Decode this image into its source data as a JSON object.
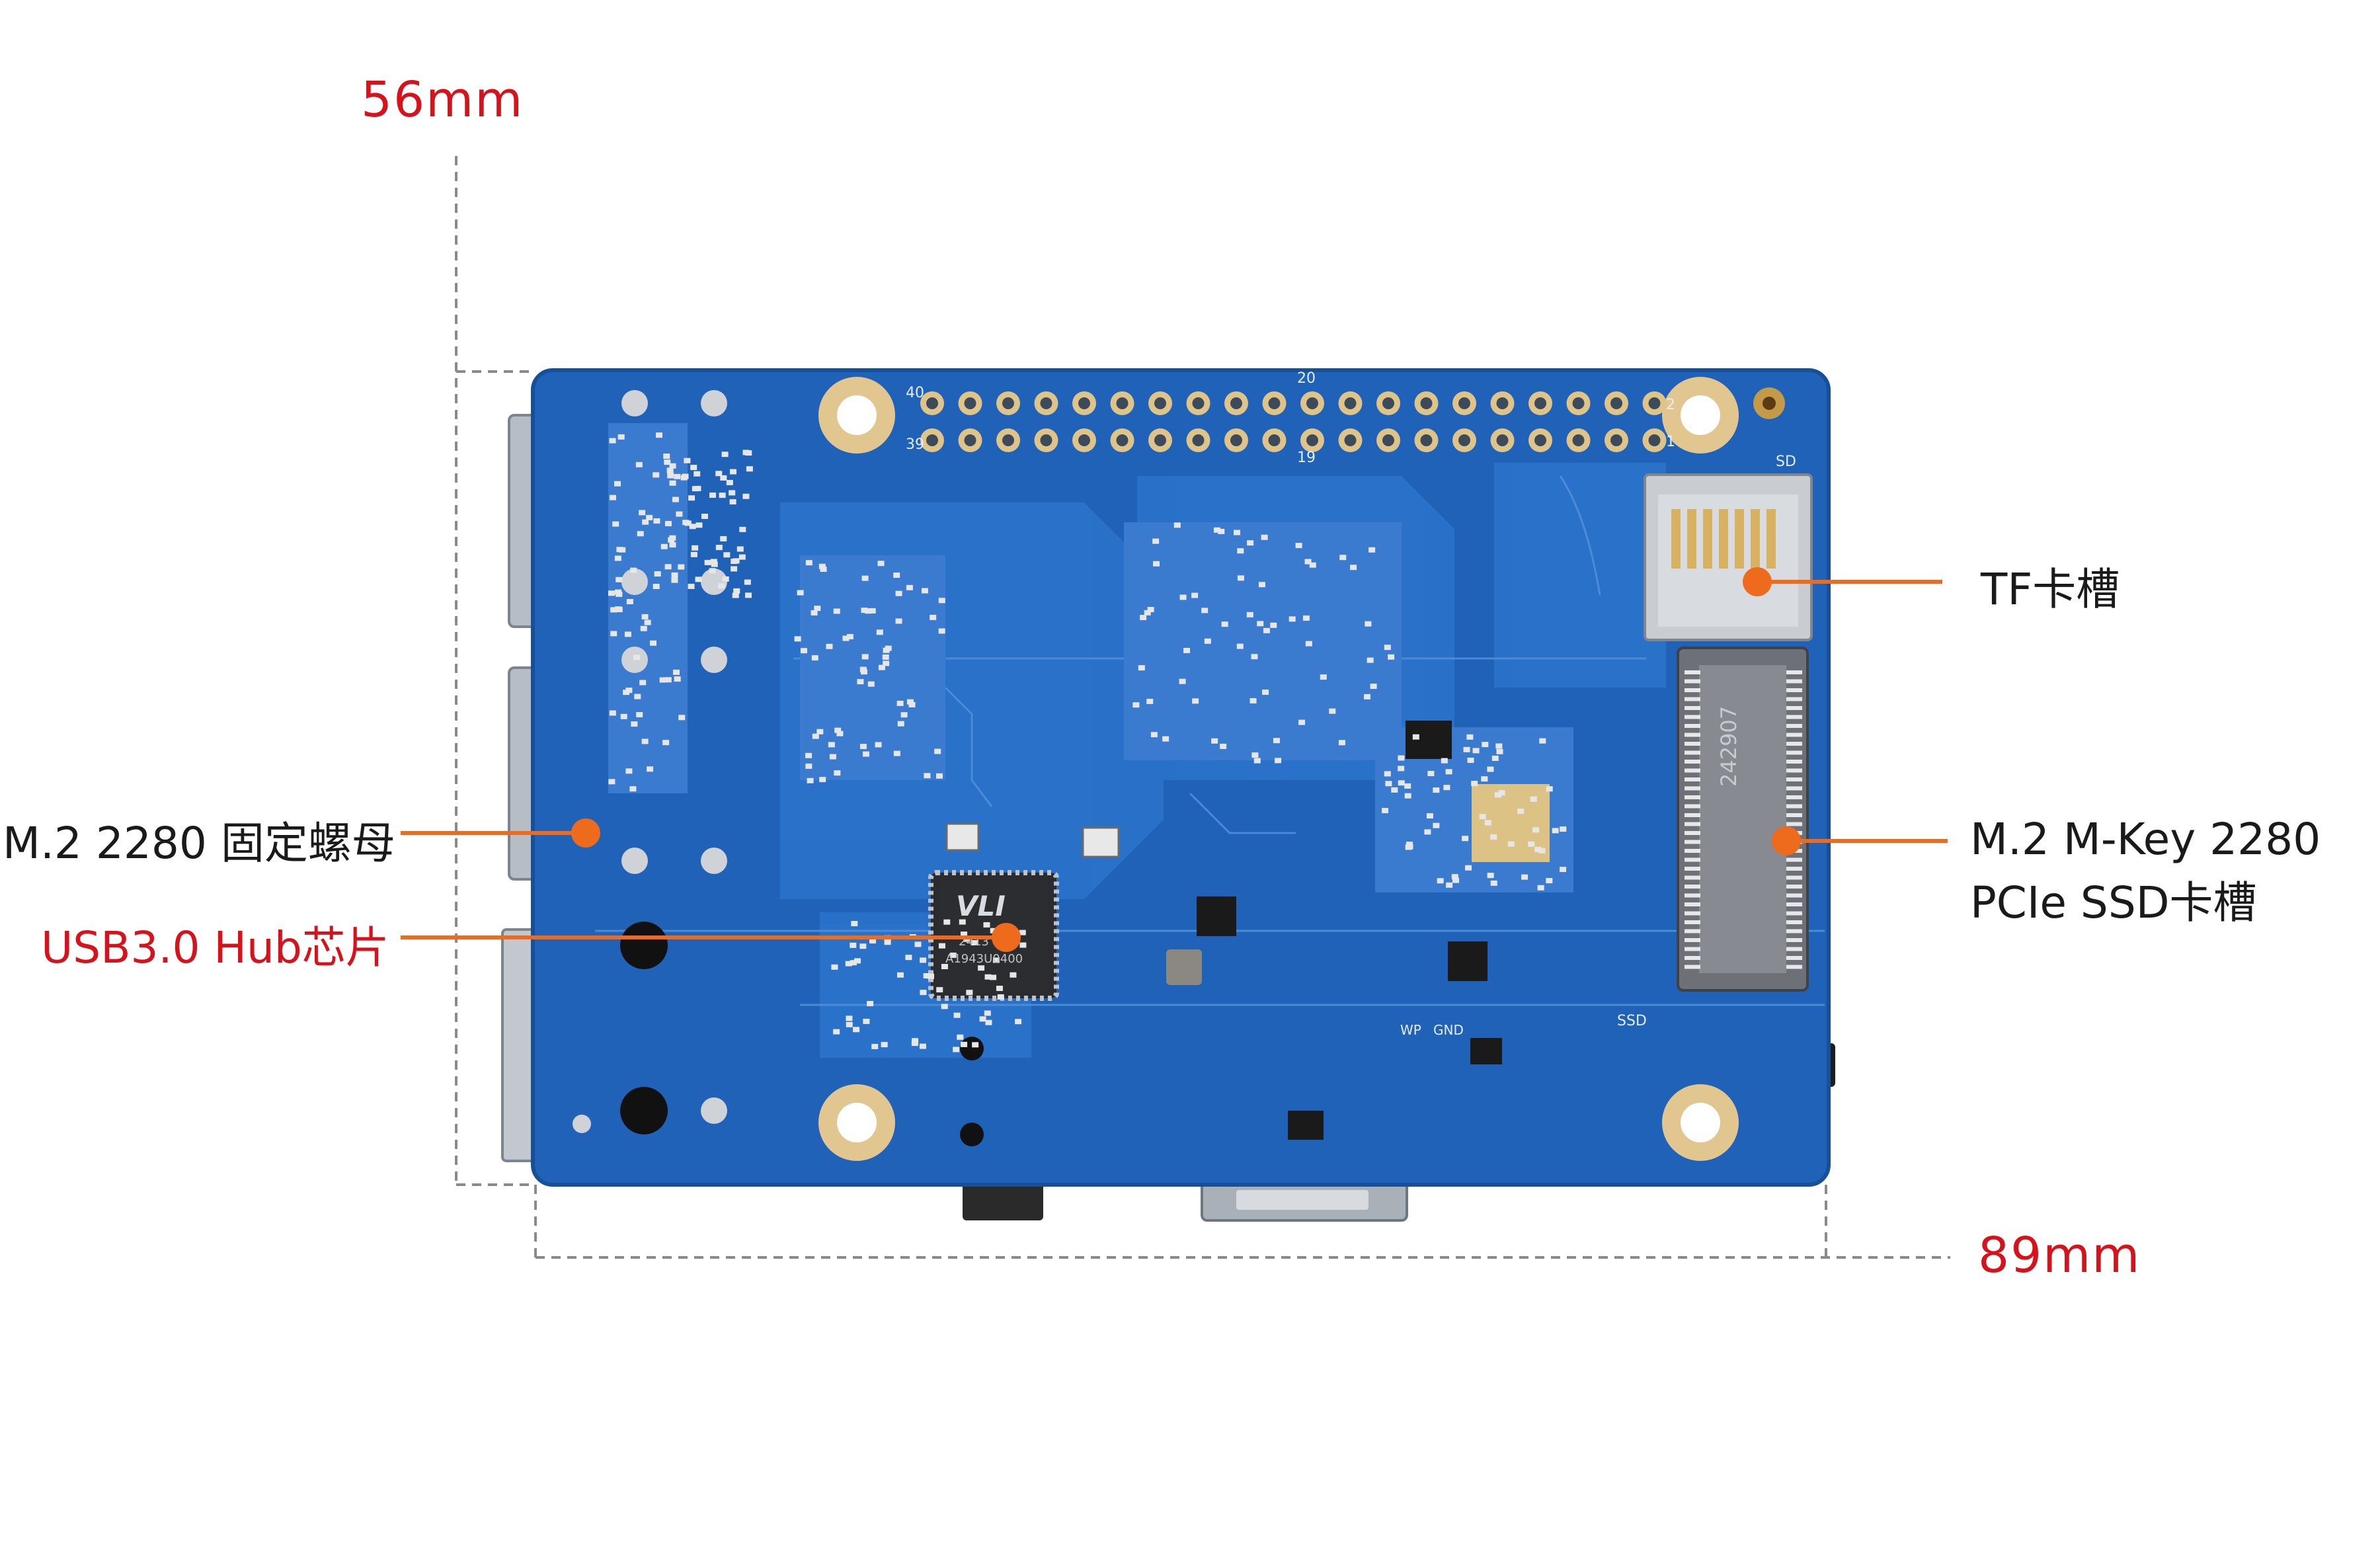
{
  "dimensions": {
    "height_label": "56mm",
    "width_label": "89mm"
  },
  "callouts": {
    "tf_slot": "TF卡槽",
    "m2_ssd_slot_line1": "M.2 M-Key 2280",
    "m2_ssd_slot_line2": "PCIe SSD卡槽",
    "m2_nut": "M.2 2280 固定螺母",
    "usb_hub": "USB3.0 Hub芯片"
  },
  "board_marks": {
    "header_pin_40": "40",
    "header_pin_39": "39",
    "header_pin_20": "20",
    "header_pin_19": "19",
    "header_pin_2": "2",
    "header_pin_1": "1",
    "sd_silk": "SD",
    "ssd_silk": "SSD",
    "wp_silk": "WP",
    "gnd_silk": "GND",
    "m2_connector_code": "242907",
    "hub_chip_logo": "VLI",
    "hub_chip_code1": "2413",
    "hub_chip_code2": "A1943U0400"
  },
  "colors": {
    "board_blue": "#1f62b8",
    "accent_red": "#d8121b",
    "leader_orange": "#ee6a1c",
    "gold": "#e2c690"
  }
}
